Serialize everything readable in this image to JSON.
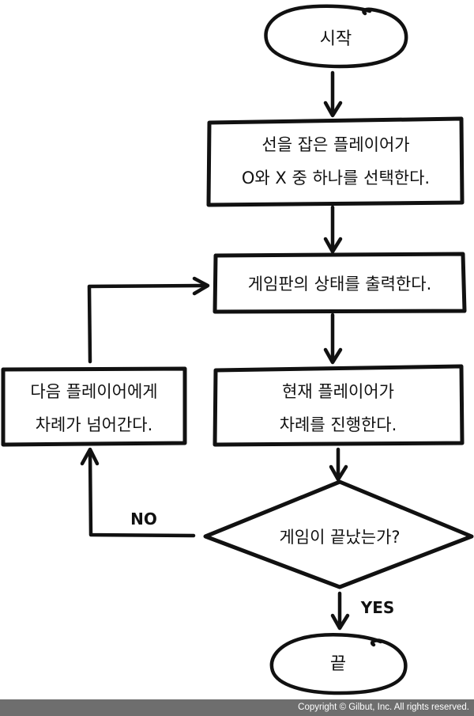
{
  "flowchart": {
    "nodes": {
      "start": {
        "type": "terminal",
        "label": "시작"
      },
      "choose": {
        "type": "process",
        "lines": [
          "선을 잡은 플레이어가",
          "O와 X 중 하나를 선택한다."
        ]
      },
      "print_board": {
        "type": "process",
        "lines": [
          "게임판의 상태를 출력한다."
        ]
      },
      "play_turn": {
        "type": "process",
        "lines": [
          "현재 플레이어가",
          "차례를 진행한다."
        ]
      },
      "next_player": {
        "type": "process",
        "lines": [
          "다음 플레이어에게",
          "차례가 넘어간다."
        ]
      },
      "is_over": {
        "type": "decision",
        "label": "게임이 끝났는가?"
      },
      "end": {
        "type": "terminal",
        "label": "끝"
      }
    },
    "edges": [
      {
        "from": "start",
        "to": "choose",
        "label": ""
      },
      {
        "from": "choose",
        "to": "print_board",
        "label": ""
      },
      {
        "from": "print_board",
        "to": "play_turn",
        "label": ""
      },
      {
        "from": "play_turn",
        "to": "is_over",
        "label": ""
      },
      {
        "from": "is_over",
        "to": "next_player",
        "label": "NO"
      },
      {
        "from": "next_player",
        "to": "print_board",
        "label": ""
      },
      {
        "from": "is_over",
        "to": "end",
        "label": "YES"
      }
    ],
    "edge_labels": {
      "no": "NO",
      "yes": "YES"
    }
  },
  "footer": {
    "copyright": "Copyright © Gilbut, Inc. All rights reserved."
  },
  "colors": {
    "stroke": "#111111",
    "footer_bg": "#6e6e6e",
    "footer_text": "#ffffff"
  }
}
